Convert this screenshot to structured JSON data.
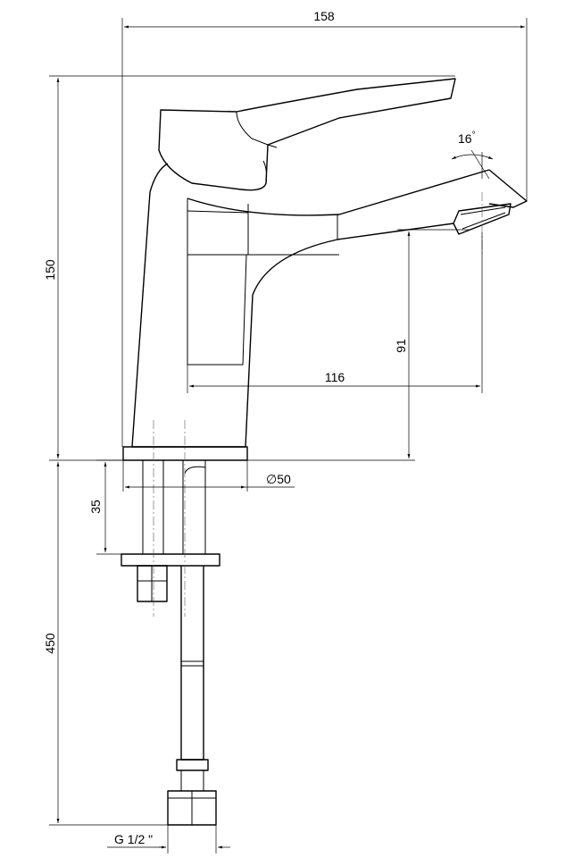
{
  "dimensions": {
    "overall_width": "158",
    "overall_height": "150",
    "spout_height": "91",
    "spout_reach": "116",
    "base_diameter": "50",
    "diameter_symbol": "∅",
    "clamp_depth": "35",
    "hose_length": "450",
    "aerator_angle": "16",
    "angle_unit": "°",
    "thread": "G 1/2 \""
  }
}
